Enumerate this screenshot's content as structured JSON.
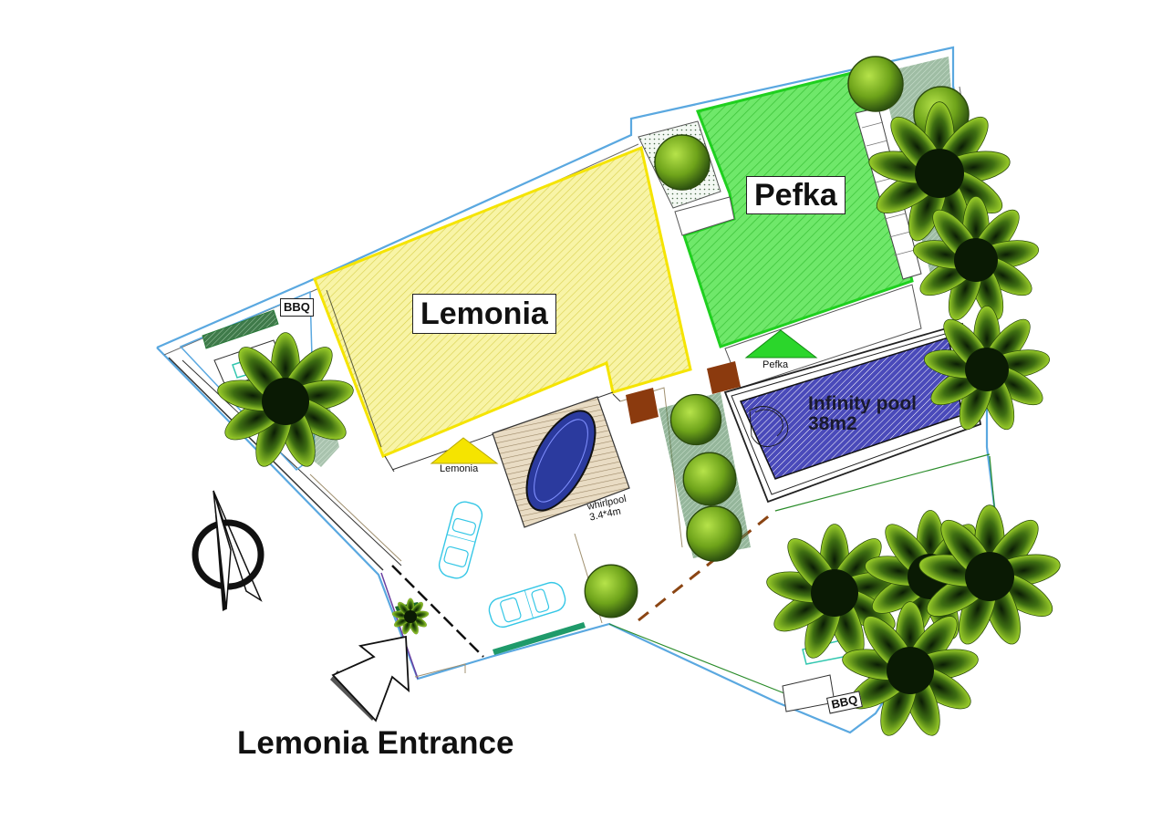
{
  "labels": {
    "lemonia": "Lemonia",
    "pefka": "Pefka",
    "pool_line1": "Infinity pool",
    "pool_line2": "38m2",
    "whirlpool_line1": "whirlpool",
    "whirlpool_line2": "3.4*4m",
    "tri_lemonia": "Lemonia",
    "tri_pefka": "Pefka",
    "bbq_top": "BBQ",
    "bbq_bottom": "BBQ",
    "entrance": "Lemonia Entrance"
  },
  "colors": {
    "lemonia_zone": "#f7f39a",
    "pefka_zone": "#5fe65a",
    "pool": "#3c3ca8",
    "lemonia_marker": "#f5e400",
    "pefka_marker": "#2bd62b",
    "boundary": "#5aa8e0",
    "tree": "#7cb518",
    "wall_brown": "#8b4513"
  },
  "icons": {
    "north_arrow": "compass-north-icon",
    "entrance_arrow": "entrance-arrow-icon",
    "palm": "palm-tree-icon",
    "round_tree": "round-tree-icon",
    "car": "car-icon"
  }
}
